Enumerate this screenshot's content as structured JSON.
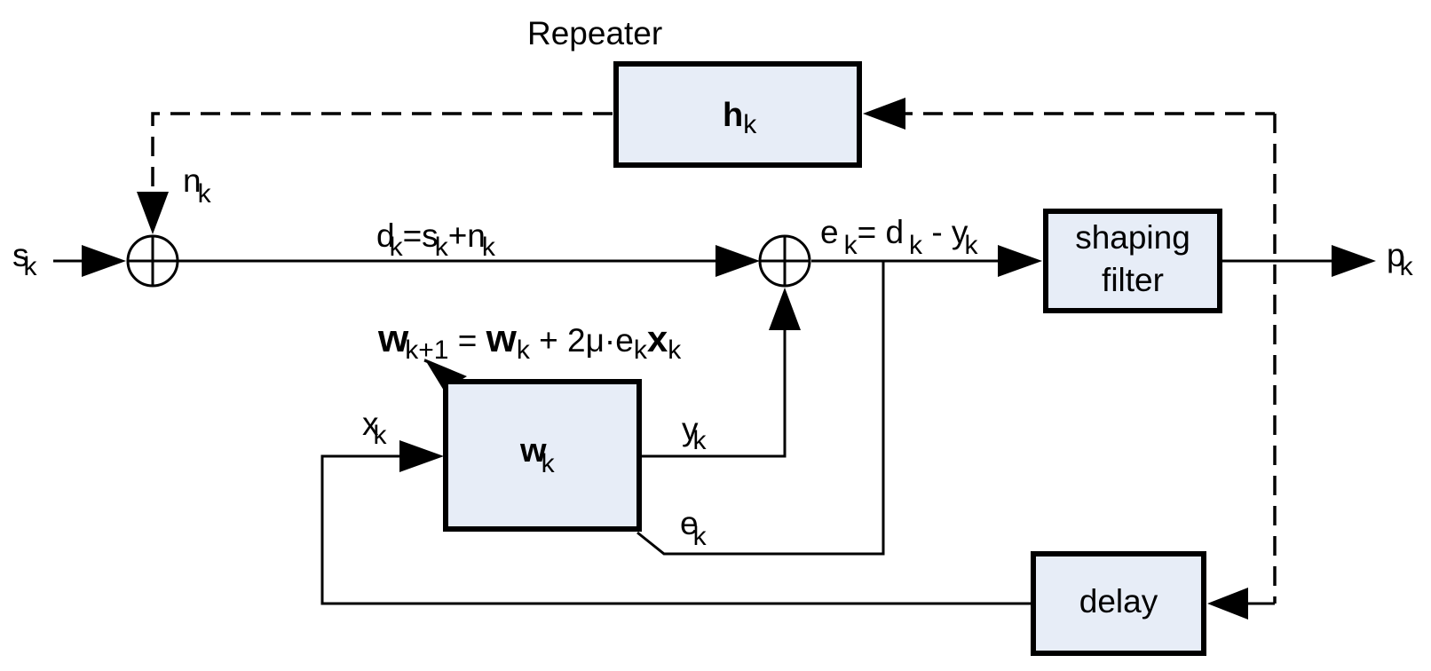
{
  "blocks": {
    "repeater_title": "Repeater",
    "repeater_main": "h",
    "repeater_sub": "k",
    "adaptive_main": "w",
    "adaptive_sub": "k",
    "shaping_line1": "shaping",
    "shaping_line2": "filter",
    "delay": "delay"
  },
  "signals": {
    "s_main": "s",
    "s_sub": "k",
    "n_main": "n",
    "n_sub": "k",
    "p_main": "p",
    "p_sub": "k",
    "x_main": "x",
    "x_sub": "k",
    "y_main": "y",
    "y_sub": "k",
    "e_main": "e",
    "e_sub": "k"
  },
  "equations": {
    "d": {
      "d": "d",
      "k1": "k",
      "eq": "=s",
      "k2": "k",
      "plus": "+n",
      "k3": "k"
    },
    "e": {
      "e": "e",
      "k1": "k",
      "eq": "= d",
      "k2": "k",
      "minus": " - y",
      "k3": "k"
    },
    "update": {
      "w1": "w",
      "sub1": "k+1",
      "eq": " = ",
      "w2": "w",
      "sub2": "k",
      "rest": " + 2μ·e",
      "sub3": "k",
      "x": "x",
      "sub4": "k"
    }
  }
}
